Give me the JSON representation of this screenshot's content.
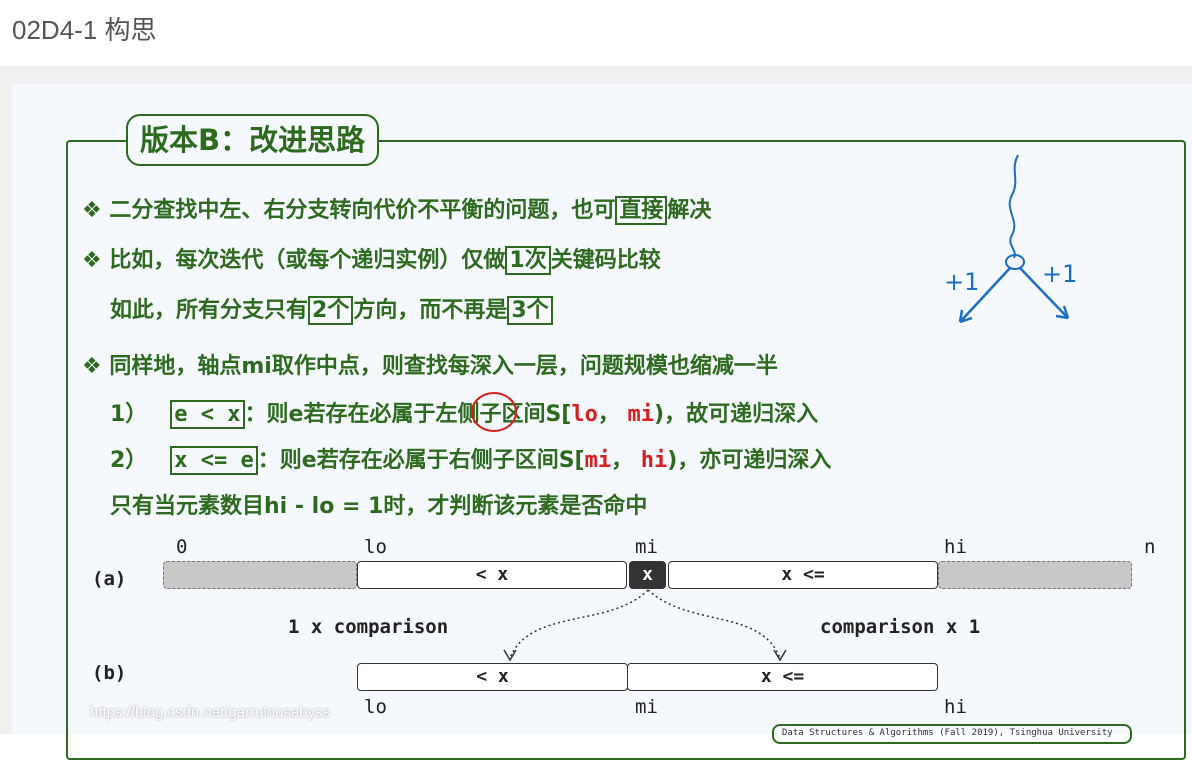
{
  "page_title": "02D4-1 构思",
  "slide": {
    "title": "版本B：改进思路",
    "bullet1": {
      "a": "❖ 二分查找中左、右分支转向代价不平衡的问题，也可",
      "box": "直接",
      "b": "解决"
    },
    "bullet2": {
      "a": "❖ 比如，每次迭代（或每个递归实例）仅做",
      "box": "1次",
      "b": "关键码比较"
    },
    "line3": {
      "a": "如此，所有分支只有",
      "box1": "2个",
      "b": "方向，而不再是",
      "box2": "3个"
    },
    "bullet4": "❖ 同样地，轴点mi取作中点，则查找每深入一层，问题规模也缩减一半",
    "case1": {
      "num": "1）",
      "box": "e <  x",
      "a": "：则e若存在必属于左侧子区间S[",
      "lo": "lo",
      "comma": "， ",
      "mi": "mi",
      "b": ")，故可递归深入"
    },
    "case2": {
      "num": "2）",
      "box": "x <= e",
      "a": "：则e若存在必属于右侧子区间S[",
      "mi": "mi",
      "comma": "， ",
      "hi": "hi",
      "b": ")，亦可递归深入"
    },
    "line7": "只有当元素数目hi - lo = 1时，才判断该元素是否命中",
    "diagram": {
      "a_label": "(a)",
      "b_label": "(b)",
      "top_labels": [
        "0",
        "lo",
        "mi",
        "hi",
        "n"
      ],
      "a_left": "< x",
      "a_mid": "x",
      "a_right": "x <=",
      "cmp_left": "1 x comparison",
      "cmp_right": "comparison x 1",
      "b_left": "< x",
      "b_right": "x <=",
      "bottom_labels": [
        "lo",
        "mi",
        "hi"
      ]
    },
    "sketch": {
      "left": "+1",
      "right": "+1"
    },
    "footer": "Data Structures & Algorithms (Fall 2019), Tsinghua University"
  },
  "watermark": "https://blog.csdn.net/garrulousabyss",
  "colors": {
    "green": "#2d6a1f",
    "red": "#d42020",
    "handwriting": "#1a6fc4"
  }
}
